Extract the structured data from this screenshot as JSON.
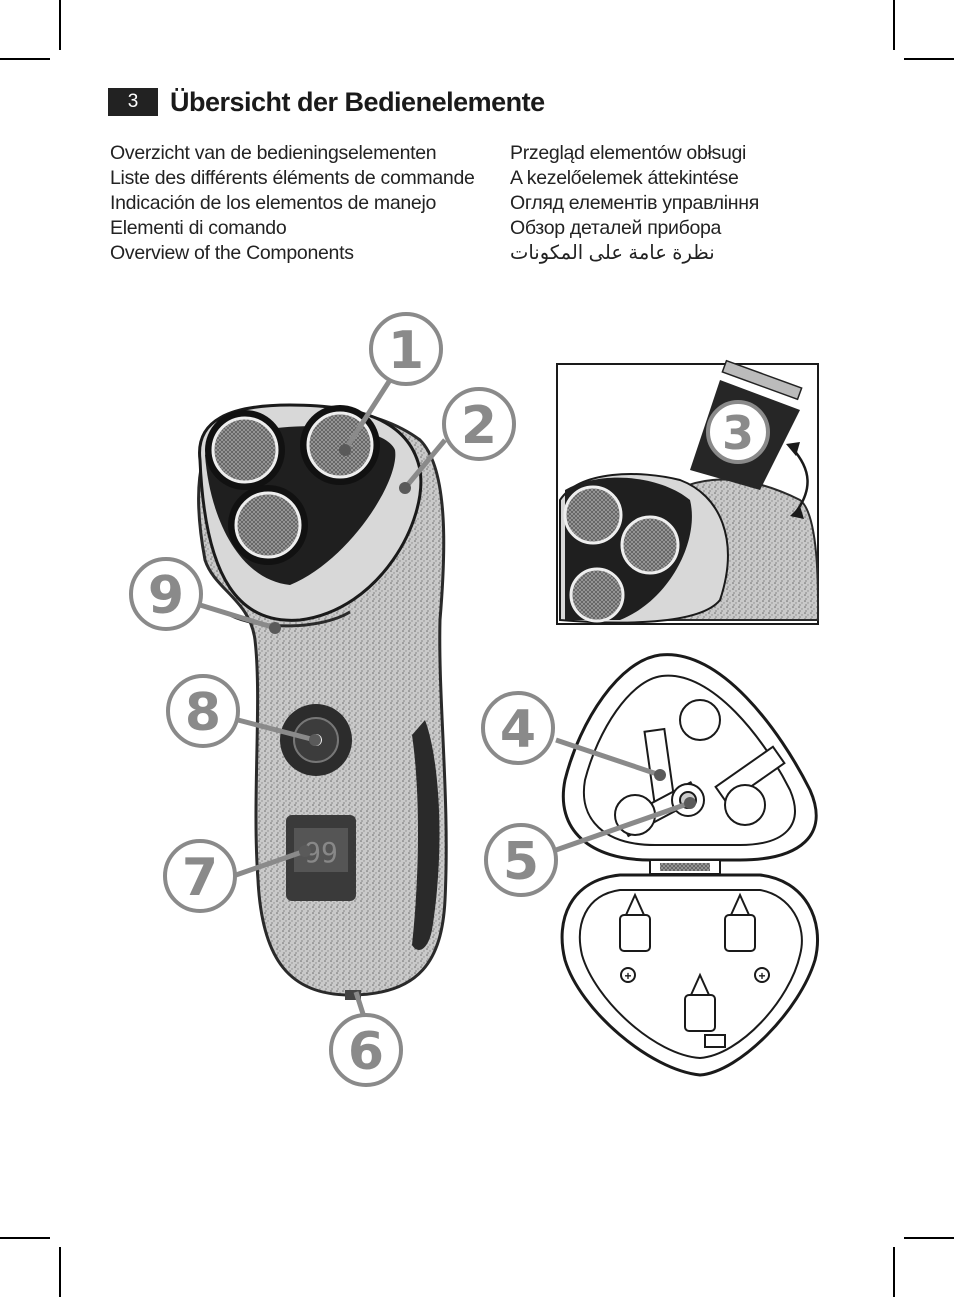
{
  "page_number": "3",
  "title": "Übersicht der Bedienelemente",
  "languages_left": [
    "Overzicht van de bedieningselementen",
    "Liste des différents éléments de commande",
    "Indicación de los elementos de manejo",
    "Elementi di comando",
    "Overview of the Components"
  ],
  "languages_right": [
    "Przegląd elementów obłsugi",
    "A kezelőelemek áttekintése",
    "Огляд елементів управління",
    "Обзор деталей прибора",
    "نظرة عامة على المكونات"
  ],
  "callouts": {
    "c1": "1",
    "c2": "2",
    "c3": "3",
    "c4": "4",
    "c5": "5",
    "c6": "6",
    "c7": "7",
    "c8": "8",
    "c9": "9"
  },
  "display_digits": "99",
  "colors": {
    "badge": "#222222",
    "callout_ring": "#8a8a8a",
    "body_gray": "#b9b9b9",
    "dark": "#2a2a2a"
  }
}
